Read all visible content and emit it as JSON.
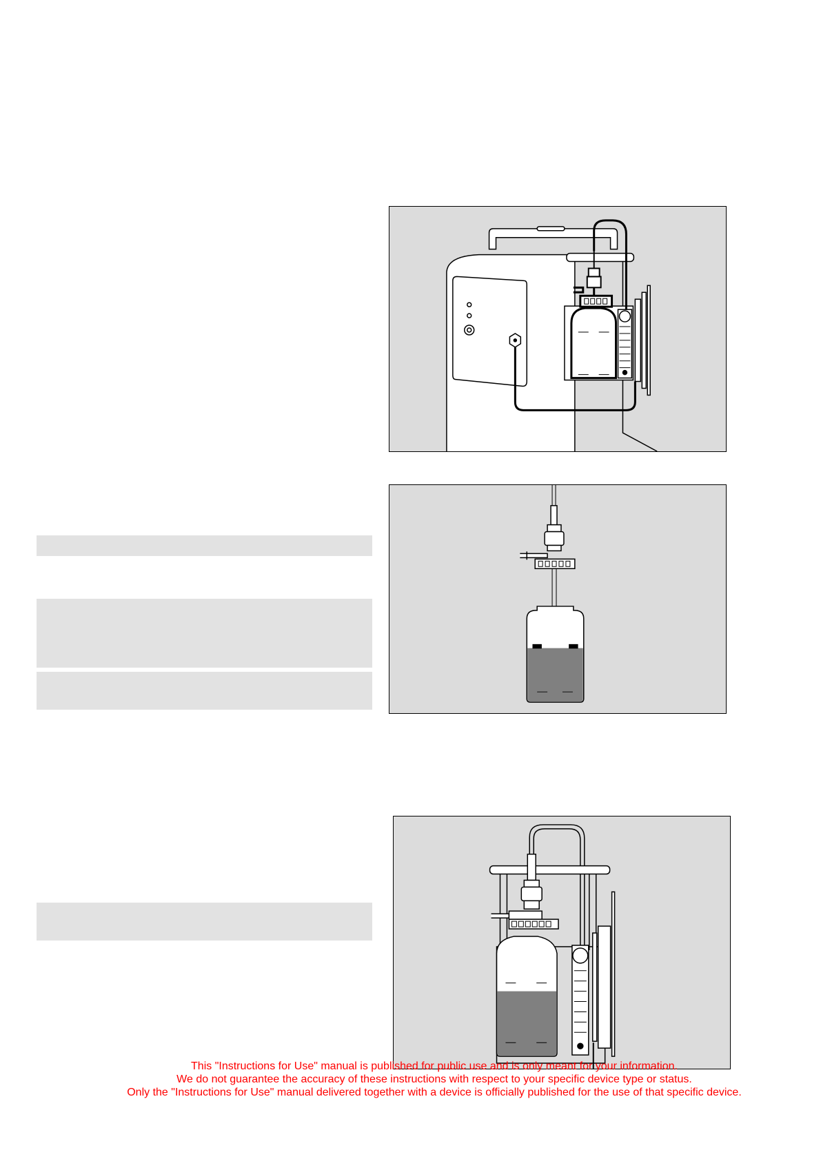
{
  "disclaimer": {
    "line1": "This \"Instructions for Use\" manual is published for public use and is only meant for your information.",
    "line2": "We do not guarantee the accuracy of these instructions with respect to your specific device type or status.",
    "line3": "Only the \"Instructions for Use\" manual delivered together with a device is officially published for the use of that specific device."
  },
  "colors": {
    "figure_background": "#dcdcdc",
    "shaded_box": "#e2e2e2",
    "disclaimer_text": "#ff0000",
    "liquid_fill": "#808080"
  }
}
